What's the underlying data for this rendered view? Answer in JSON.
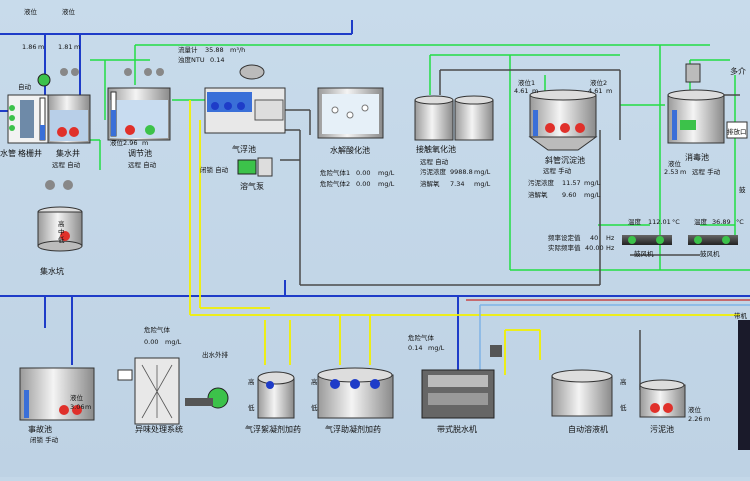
{
  "colors": {
    "background": "#c4d7e8",
    "pipe_blue": "#1e3cc8",
    "pipe_green": "#22dd44",
    "pipe_yellow": "#f2f000",
    "pipe_gray": "#4a4a4a",
    "pipe_lightblue": "#7fb3e6",
    "pipe_red": "#c84646",
    "tank_metal": "#dcdcdc",
    "water": "#3a6fd8",
    "pump_red": "#e0302a",
    "motor_green": "#3cc24a"
  },
  "labels": {
    "level_a": "液位",
    "level_a_value": "1.86",
    "level_a_unit": "m",
    "level_b": "液位",
    "level_b_value": "1.81",
    "level_b_unit": "m",
    "level_c": "液位",
    "level_c_value": "2.96",
    "level_c_unit": "m",
    "level_event": "液位",
    "level_event_value": "3.06",
    "level_event_unit": "m",
    "level_sludge": "液位",
    "level_sludge_value": "2.26",
    "level_sludge_unit": "m",
    "level_disinfect": "液位",
    "level_disinfect_value": "2.53",
    "level_disinfect_unit": "m",
    "level1_label": "液位1",
    "level1_value": "4.61",
    "level1_unit": "m",
    "level2_label": "液位2",
    "level2_value": "4.61",
    "level2_unit": "m",
    "flow_label": "流量计",
    "flow_value": "35.88",
    "flow_unit": "m³/h",
    "turbidity_label": "浊度NTU",
    "turbidity_value": "0.14",
    "remote_auto_1": "远程 自动",
    "remote_auto_2": "远程 自动",
    "remote_auto_3": "远程 自动",
    "remote_manual_1": "远程 手动",
    "remote_manual_2": "远程 手动",
    "close_auto": "闭锁 自动",
    "close_manual": "闭锁 手动",
    "auto_sm": "自动",
    "water_pipe": "水管",
    "grille_well": "格栅井",
    "collection_well": "集水井",
    "regulating_tank": "调节池",
    "air_flotation": "气浮池",
    "dissolved_air_pump": "溶气泵",
    "hydrolysis_acidification": "水解酸化池",
    "contact_oxidation": "接触氧化池",
    "inclined_tube": "斜管沉淀池",
    "disinfection": "消毒池",
    "sludge_tank": "污泥池",
    "collection_tank": "集水坑",
    "event_tank": "事故池",
    "odor_system": "异味处理系统",
    "floc_air_dosing": "气浮絮凝剂加药",
    "floc_aid_dosing": "气浮助凝剂加药",
    "belt_press": "带式脱水机",
    "auto_dissolve": "自动溶液机",
    "blower_1": "鼓风机",
    "blower_2": "鼓风机",
    "outlet_discharge": "出水外排",
    "hazard_gas1": "危险气体1",
    "hazard_gas1_value": "0.00",
    "hazard_gas2": "危险气体2",
    "hazard_gas2_value": "0.00",
    "hazard_gas": "危险气体",
    "hazard_gas_value": "0.00",
    "hazard_gas_b": "危险气体",
    "hazard_gas_b_value": "0.14",
    "mgl": "mg/L",
    "sludge_conc": "污泥浓度",
    "sludge_conc_value": "9988.8",
    "do_label": "溶解氧",
    "do_value": "7.34",
    "sludge_conc2": "污泥浓度",
    "sludge_conc2_value": "11.57",
    "do2_label": "溶解氧",
    "do2_value": "9.60",
    "temp_label1": "温度",
    "temp_value1": "112.01",
    "temp_label2": "温度",
    "temp_value2": "36.89",
    "temp_unit": "°C",
    "freq_set_label": "频率设定值",
    "freq_set_value": "40",
    "freq_actual_label": "实际频率值",
    "freq_actual_value": "40.00",
    "freq_unit": "Hz",
    "gao": "高",
    "zhong": "中",
    "di": "低",
    "multi_section": "多介",
    "discharge_outlet": "排放口",
    "right_cut1": "鼓",
    "right_cut2": "带机"
  }
}
